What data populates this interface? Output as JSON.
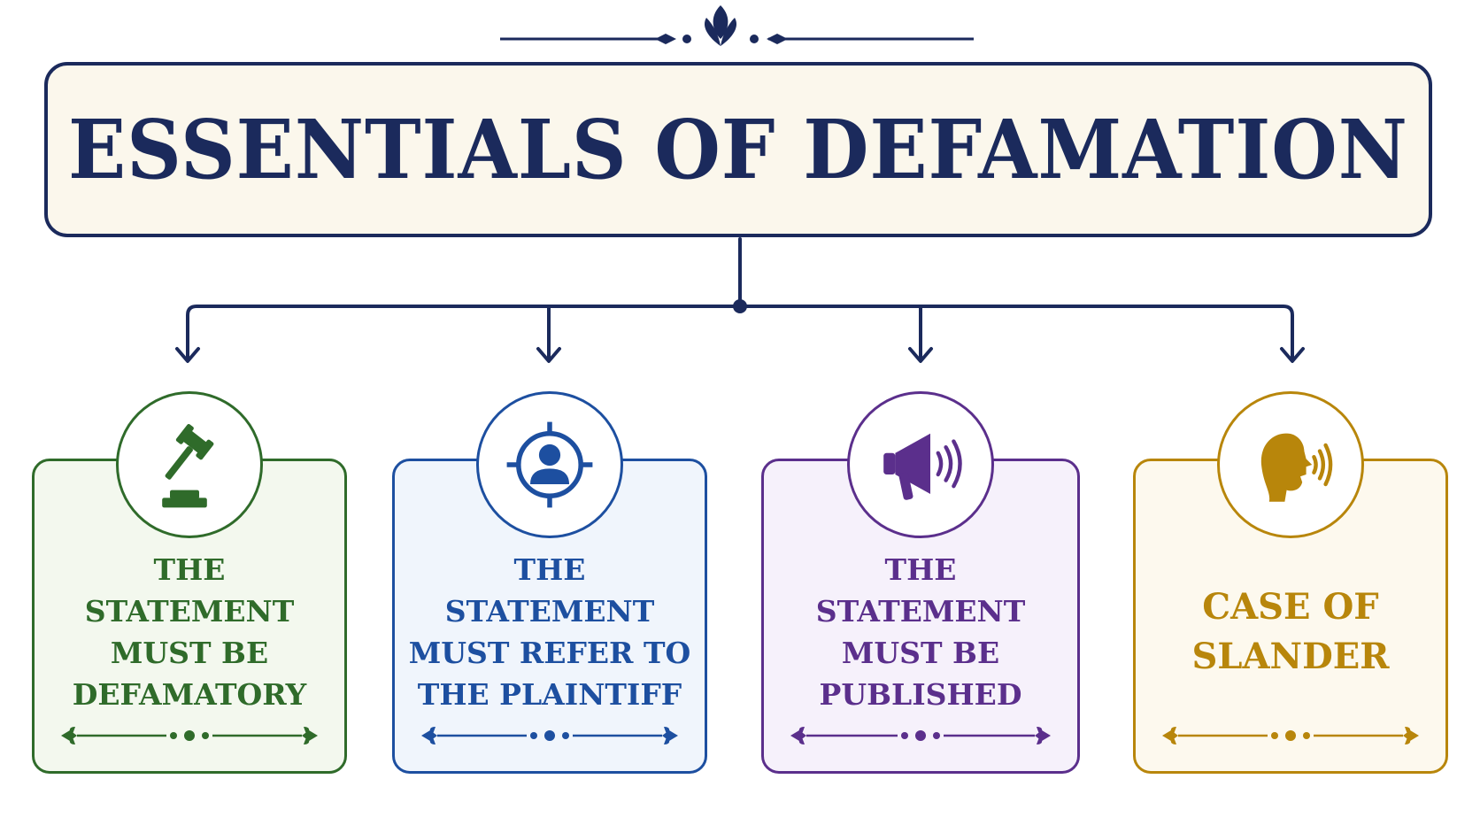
{
  "title": "ESSENTIALS OF DEFAMATION",
  "colors": {
    "navy": "#1b2a5c",
    "title_bg": "#fbf7ec"
  },
  "cards": [
    {
      "lines": [
        "THE STATEMENT",
        "MUST BE",
        "DEFAMATORY"
      ],
      "icon": "gavel-icon",
      "color": "#2f6b2a",
      "bg": "#f3f8ee"
    },
    {
      "lines": [
        "THE STATEMENT",
        "MUST REFER TO",
        "THE PLAINTIFF"
      ],
      "icon": "target-person-icon",
      "color": "#1d4fa0",
      "bg": "#f0f5fc"
    },
    {
      "lines": [
        "THE STATEMENT",
        "MUST BE",
        "PUBLISHED"
      ],
      "icon": "megaphone-icon",
      "color": "#5b2f8c",
      "bg": "#f6f1fb"
    },
    {
      "lines": [
        "CASE OF",
        "SLANDER"
      ],
      "icon": "speaking-head-icon",
      "color": "#b8860b",
      "bg": "#fdf9ee"
    }
  ]
}
